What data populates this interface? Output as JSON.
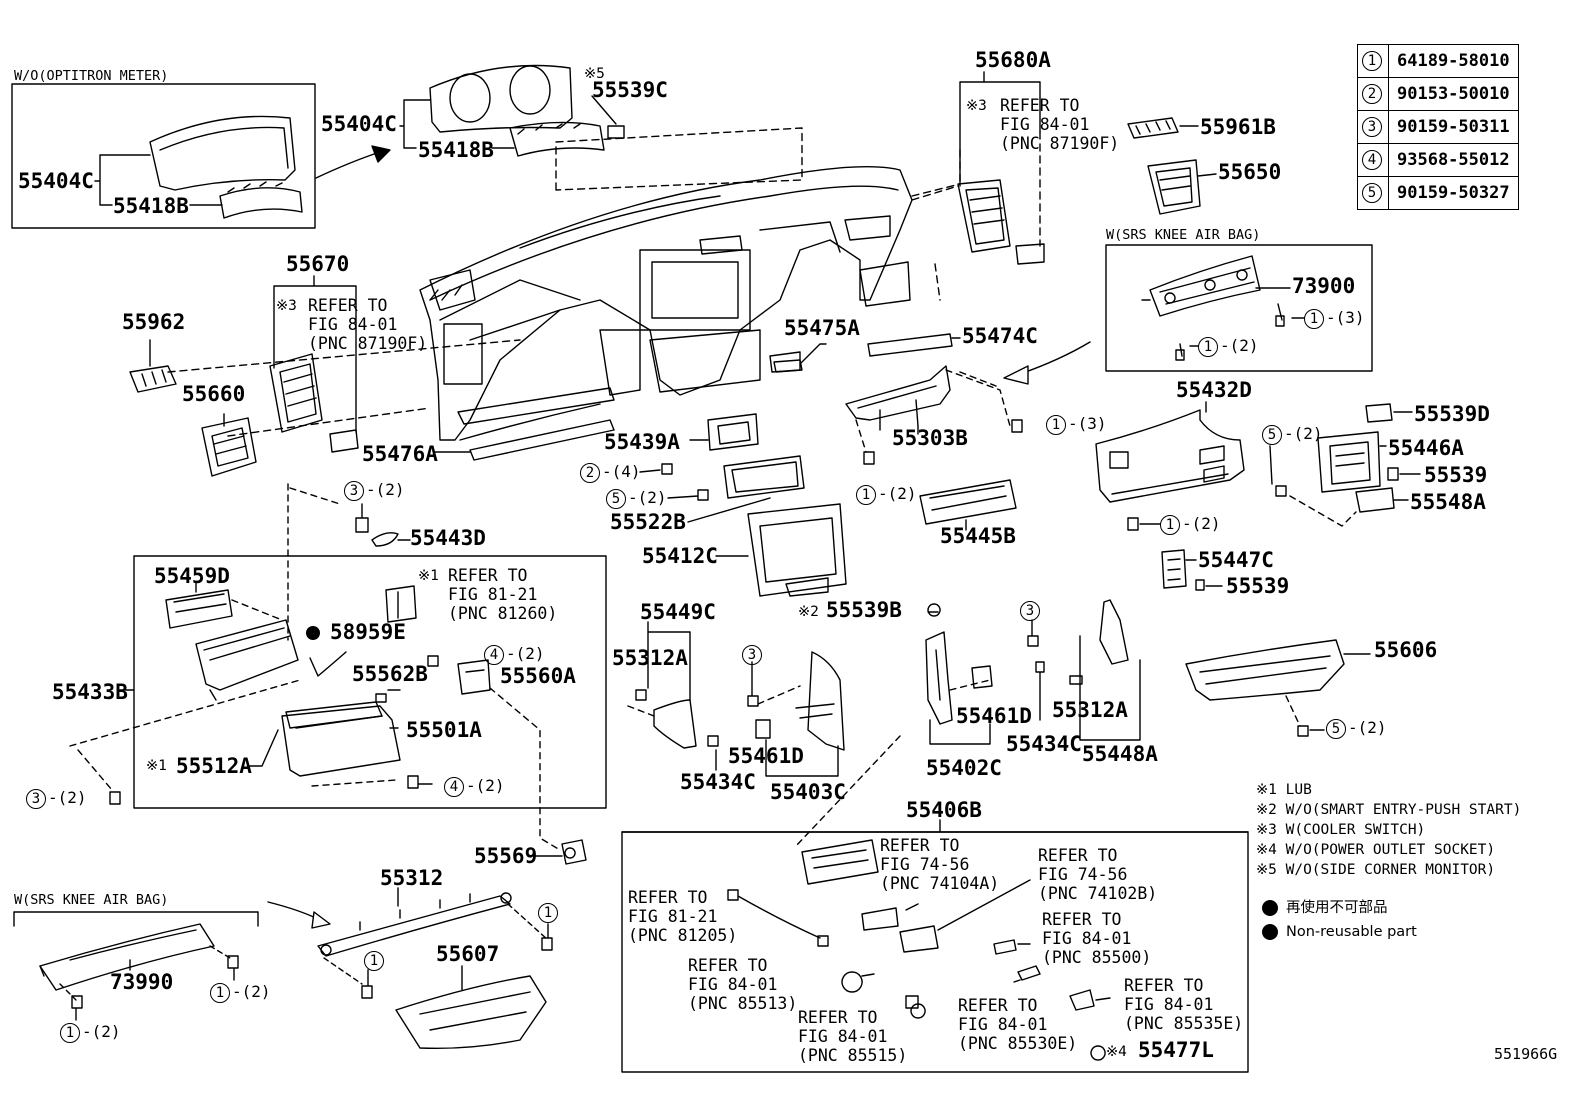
{
  "header_wo_optitron": "W/O(OPTITRON METER)",
  "header_srs_knee_1": "W(SRS KNEE AIR BAG)",
  "header_srs_knee_2": "W(SRS KNEE AIR BAG)",
  "parts": {
    "p55404C_a": "55404C",
    "p55418B_a": "55418B",
    "p55404C_b": "55404C",
    "p55418B_b": "55418B",
    "p55539C": "55539C",
    "p55680A": "55680A",
    "p55961B": "55961B",
    "p55650": "55650",
    "p55670": "55670",
    "p55962": "55962",
    "p55660": "55660",
    "p55475A": "55475A",
    "p55474C": "55474C",
    "p55476A": "55476A",
    "p73900": "73900",
    "p55432D": "55432D",
    "p55539D": "55539D",
    "p55446A": "55446A",
    "p55539_a": "55539",
    "p55548A": "55548A",
    "p55439A": "55439A",
    "p55303B": "55303B",
    "p55522B": "55522B",
    "p55412C": "55412C",
    "p55445B": "55445B",
    "p55443D": "55443D",
    "p55447C": "55447C",
    "p55539_b": "55539",
    "p55459D": "55459D",
    "p58959E": "58959E",
    "p55562B": "55562B",
    "p55560A": "55560A",
    "p55433B": "55433B",
    "p55501A": "55501A",
    "p55512A": "55512A",
    "p55449C": "55449C",
    "p55312A_a": "55312A",
    "p55539B": "55539B",
    "p55461D_a": "55461D",
    "p55434C_a": "55434C",
    "p55403C": "55403C",
    "p55461D_b": "55461D",
    "p55312A_b": "55312A",
    "p55434C_b": "55434C",
    "p55448A": "55448A",
    "p55402C": "55402C",
    "p55606": "55606",
    "p55569": "55569",
    "p55406B": "55406B",
    "p55312": "55312",
    "p55607": "55607",
    "p73990": "73990",
    "p55477L": "55477L"
  },
  "marks": {
    "m5": "※5",
    "m3_a": "※3",
    "m3_b": "※3",
    "m1_a": "※1",
    "m1_b": "※1",
    "m2": "※2",
    "m4": "※4"
  },
  "refs": {
    "r55680A": "REFER TO\nFIG 84-01\n(PNC 87190F)",
    "r55670": "REFER TO\nFIG 84-01\n(PNC 87190F)",
    "r55560": "REFER TO\nFIG 81-21\n(PNC 81260)",
    "r74104A": "REFER TO\nFIG 74-56\n(PNC 74104A)",
    "r74102B": "REFER TO\nFIG 74-56\n(PNC 74102B)",
    "r81205": "REFER TO\nFIG 81-21\n(PNC 81205)",
    "r85500": "REFER TO\nFIG 84-01\n(PNC 85500)",
    "r85513": "REFER TO\nFIG 84-01\n(PNC 85513)",
    "r85535E": "REFER TO\nFIG 84-01\n(PNC 85535E)",
    "r85530E": "REFER TO\nFIG 84-01\n(PNC 85530E)",
    "r85515": "REFER TO\nFIG 84-01\n(PNC 85515)"
  },
  "callouts": {
    "c1": "1",
    "c2": "2",
    "c3": "3",
    "c4": "4",
    "c5": "5",
    "q2": "-(2)",
    "q3": "-(3)"
  },
  "part_number_table": [
    {
      "key": "1",
      "part": "64189-58010"
    },
    {
      "key": "2",
      "part": "90153-50010"
    },
    {
      "key": "3",
      "part": "90159-50311"
    },
    {
      "key": "4",
      "part": "93568-55012"
    },
    {
      "key": "5",
      "part": "90159-50327"
    }
  ],
  "notes": [
    "※1 LUB",
    "※2 W/O(SMART ENTRY-PUSH START)",
    "※3 W(COOLER SWITCH)",
    "※4 W/O(POWER OUTLET SOCKET)",
    "※5 W/O(SIDE CORNER MONITOR)"
  ],
  "legend": {
    "jp": "再使用不可部品",
    "en": "Non-reusable part"
  },
  "figure_code": "551966G"
}
